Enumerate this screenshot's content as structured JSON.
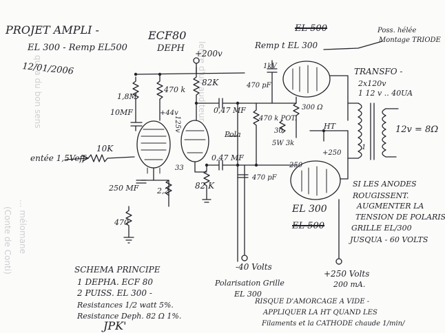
{
  "header": {
    "project": "PROJET AMPLI -",
    "subtitle": "EL 300 - Remp EL500",
    "date": "12/01/2006",
    "tube_ecf80": "ECF80",
    "tube_deph": "DEPH",
    "struck_el500": "EL 500",
    "remp_el300": "Remp t EL 300",
    "parallel_note_1": "Poss. hélée",
    "parallel_note_2": "Montage TRIODE"
  },
  "components": {
    "r_1m8": "1,8M",
    "c_10mf": "10MF",
    "r_470k": "470 k",
    "r_82k": "82K",
    "v_200": "+200v",
    "v_44": "+44v",
    "v_125": "125v",
    "c_047_1": "0,47 MF",
    "c_047_2": "0,47 MF",
    "c_470pf_1": "470 pF",
    "c_470pf_2": "470 pF",
    "c_1kv": "1kV",
    "r_470k_pot": "470 k POT.",
    "r_30": "30",
    "r_300": "300 Ω",
    "r_5w": "5W 3k",
    "pola": "Pola",
    "r_10k": "10K",
    "entry": "entée 1,5Veff",
    "c_250": "250 MF",
    "r_2k2": "2,2",
    "r_470": "470",
    "r_82k_2": "82 K",
    "r_33": "33",
    "ht": "HT",
    "v_250": "+250",
    "v_250_in": "250"
  },
  "transfo": {
    "title": "TRANSFO -",
    "line1": "2x120v",
    "line2": "1 12 v .. 40UA",
    "secondary": "12v = 8Ω",
    "t_l": "1"
  },
  "notes": {
    "anodes_1": "SI LES ANODES",
    "anodes_2": "ROUGISSENT.",
    "anodes_3": "AUGMENTER LA",
    "anodes_4": "TENSION DE POLARISA",
    "anodes_5": "GRILLE EL/300",
    "anodes_6": "JUSQUA - 60 VOLTS",
    "el300_label": "EL 300",
    "el500_struck": "EL 500",
    "minus40": "-40 Volts",
    "polarisation_1": "Polarisation Grille",
    "polarisation_2": "EL 300",
    "plus250": "+250 Volts",
    "ma": "200 mA.",
    "schema_1": "SCHEMA PRINCIPE",
    "schema_2": "1 DEPHA. ECF 80",
    "schema_3": "2 PUISS. EL 300 -",
    "schema_4": "Resistances 1/2 watt 5%.",
    "schema_5": "Resistance Deph. 82 Ω 1%.",
    "signature": "JPK'",
    "risque_1": "RISQUE D'AMORCAGE A VIDE -",
    "risque_2": "APPLIQUER LA HT QUAND LES",
    "risque_3": "Filaments et la CATHODE chaude 1/min/"
  },
  "show_through": {
    "t1": "lettre d'un auditeur",
    "t2": "qui a du bon sens",
    "t3": "(Conte de Conti)",
    "t4": "... mélomane"
  }
}
